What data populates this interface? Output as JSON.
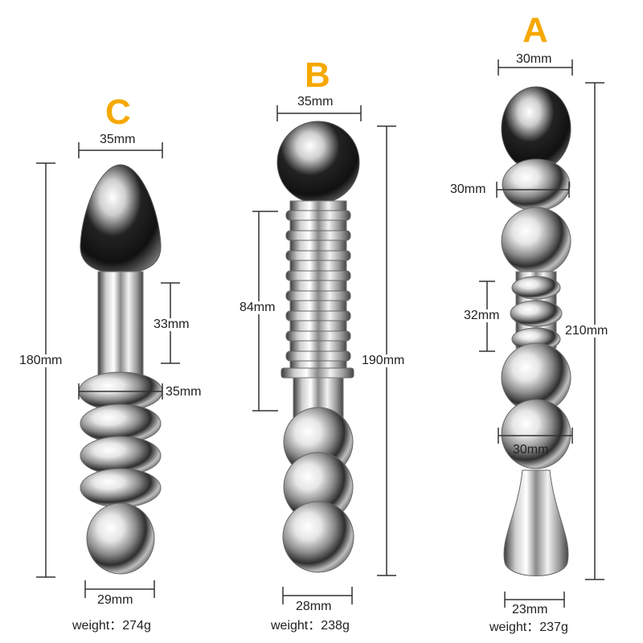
{
  "accent_color": "#F5A800",
  "products": {
    "a": {
      "letter": "A",
      "top_width": "30mm",
      "bead_width": "30mm",
      "neck_length": "32mm",
      "lower_width": "30mm",
      "total_length": "210mm",
      "base_width": "23mm",
      "weight": "weight：237g"
    },
    "b": {
      "letter": "B",
      "top_width": "35mm",
      "ribbed_length": "84mm",
      "total_length": "190mm",
      "base_width": "28mm",
      "weight": "weight：238g"
    },
    "c": {
      "letter": "C",
      "top_width": "35mm",
      "neck_length": "33mm",
      "ring_width": "35mm",
      "total_length": "180mm",
      "base_width": "29mm",
      "weight": "weight：274g"
    }
  }
}
